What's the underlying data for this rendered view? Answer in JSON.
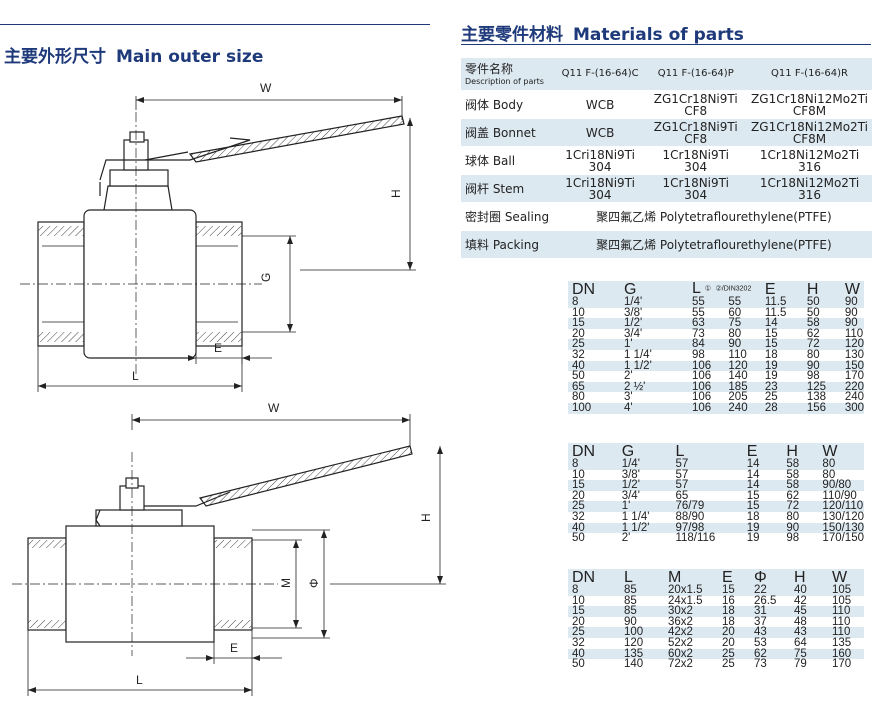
{
  "headings": {
    "outer_cn": "主要外形尺寸",
    "outer_en": "Main outer size",
    "materials_cn": "主要零件材料",
    "materials_en": "Materials of parts"
  },
  "drawing_labels": {
    "top": {
      "W": "W",
      "H": "H",
      "G": "G",
      "E": "E",
      "L": "L"
    },
    "bottom": {
      "W": "W",
      "H": "H",
      "M": "M",
      "PHI": "Φ",
      "E": "E",
      "L": "L"
    }
  },
  "materials": {
    "header": {
      "name_cn": "零件名称",
      "name_en": "Description of parts",
      "col1": "Q11 F-(16-64)C",
      "col2": "Q11 F-(16-64)P",
      "col3": "Q11 F-(16-64)R"
    },
    "rows": [
      {
        "name": "阀体 Body",
        "c1": "WCB",
        "c2a": "ZG1Cr18Ni9Ti",
        "c2b": "CF8",
        "c3a": "ZG1Cr18Ni12Mo2Ti",
        "c3b": "CF8M"
      },
      {
        "name": "阀盖 Bonnet",
        "c1": "WCB",
        "c2a": "ZG1Cr18Ni9Ti",
        "c2b": "CF8",
        "c3a": "ZG1Cr18Ni12Mo2Ti",
        "c3b": "CF8M"
      },
      {
        "name": "球体 Ball",
        "c1a": "1Cri18Ni9Ti",
        "c1b": "304",
        "c2a": "1Cr18Ni9Ti",
        "c2b": "304",
        "c3a": "1Cr18Ni12Mo2Ti",
        "c3b": "316"
      },
      {
        "name": "阀杆 Stem",
        "c1a": "1Cri18Ni9Ti",
        "c1b": "304",
        "c2a": "1Cr18Ni9Ti",
        "c2b": "304",
        "c3a": "1Cr18Ni12Mo2Ti",
        "c3b": "316"
      },
      {
        "name": "密封圈 Sealing",
        "span": "聚四氟乙烯 Polytetraflourethylene(PTFE)"
      },
      {
        "name": "填料 Packing",
        "span": "聚四氟乙烯 Polytetraflourethylene(PTFE)"
      }
    ]
  },
  "table1": {
    "headers": [
      "DN",
      "G",
      "L",
      "E",
      "H",
      "W"
    ],
    "sub_labels": [
      "①",
      "②/DIN3202"
    ],
    "rows": [
      [
        "8",
        "1/4'",
        "55",
        "55",
        "11.5",
        "50",
        "90"
      ],
      [
        "10",
        "3/8'",
        "55",
        "60",
        "11.5",
        "50",
        "90"
      ],
      [
        "15",
        "1/2'",
        "63",
        "75",
        "14",
        "58",
        "90"
      ],
      [
        "20",
        "3/4'",
        "73",
        "80",
        "15",
        "62",
        "110"
      ],
      [
        "25",
        "1'",
        "84",
        "90",
        "15",
        "72",
        "120"
      ],
      [
        "32",
        "1 1/4'",
        "98",
        "110",
        "18",
        "80",
        "130"
      ],
      [
        "40",
        "1 1/2'",
        "106",
        "120",
        "19",
        "90",
        "150"
      ],
      [
        "50",
        "2'",
        "106",
        "140",
        "19",
        "98",
        "170"
      ],
      [
        "65",
        "2 ½'",
        "106",
        "185",
        "23",
        "125",
        "220"
      ],
      [
        "80",
        "3'",
        "106",
        "205",
        "25",
        "138",
        "240"
      ],
      [
        "100",
        "4'",
        "106",
        "240",
        "28",
        "156",
        "300"
      ]
    ]
  },
  "table2": {
    "headers": [
      "DN",
      "G",
      "L",
      "E",
      "H",
      "W"
    ],
    "rows": [
      [
        "8",
        "1/4'",
        "57",
        "14",
        "58",
        "80"
      ],
      [
        "10",
        "3/8'",
        "57",
        "14",
        "58",
        "80"
      ],
      [
        "15",
        "1/2'",
        "57",
        "14",
        "58",
        "90/80"
      ],
      [
        "20",
        "3/4'",
        "65",
        "15",
        "62",
        "110/90"
      ],
      [
        "25",
        "1'",
        "76/79",
        "15",
        "72",
        "120/110"
      ],
      [
        "32",
        "1 1/4'",
        "88/90",
        "18",
        "80",
        "130/120"
      ],
      [
        "40",
        "1 1/2'",
        "97/98",
        "19",
        "90",
        "150/130"
      ],
      [
        "50",
        "2'",
        "118/116",
        "19",
        "98",
        "170/150"
      ]
    ]
  },
  "table3": {
    "headers": [
      "DN",
      "L",
      "M",
      "E",
      "Φ",
      "H",
      "W"
    ],
    "rows": [
      [
        "8",
        "85",
        "20x1.5",
        "15",
        "22",
        "40",
        "105"
      ],
      [
        "10",
        "85",
        "24x1.5",
        "16",
        "26.5",
        "42",
        "105"
      ],
      [
        "15",
        "85",
        "30x2",
        "18",
        "31",
        "45",
        "110"
      ],
      [
        "20",
        "90",
        "36x2",
        "18",
        "37",
        "48",
        "110"
      ],
      [
        "25",
        "100",
        "42x2",
        "20",
        "43",
        "43",
        "110"
      ],
      [
        "32",
        "120",
        "52x2",
        "20",
        "53",
        "64",
        "135"
      ],
      [
        "40",
        "135",
        "60x2",
        "25",
        "62",
        "75",
        "160"
      ],
      [
        "50",
        "140",
        "72x2",
        "25",
        "73",
        "79",
        "170"
      ]
    ]
  }
}
